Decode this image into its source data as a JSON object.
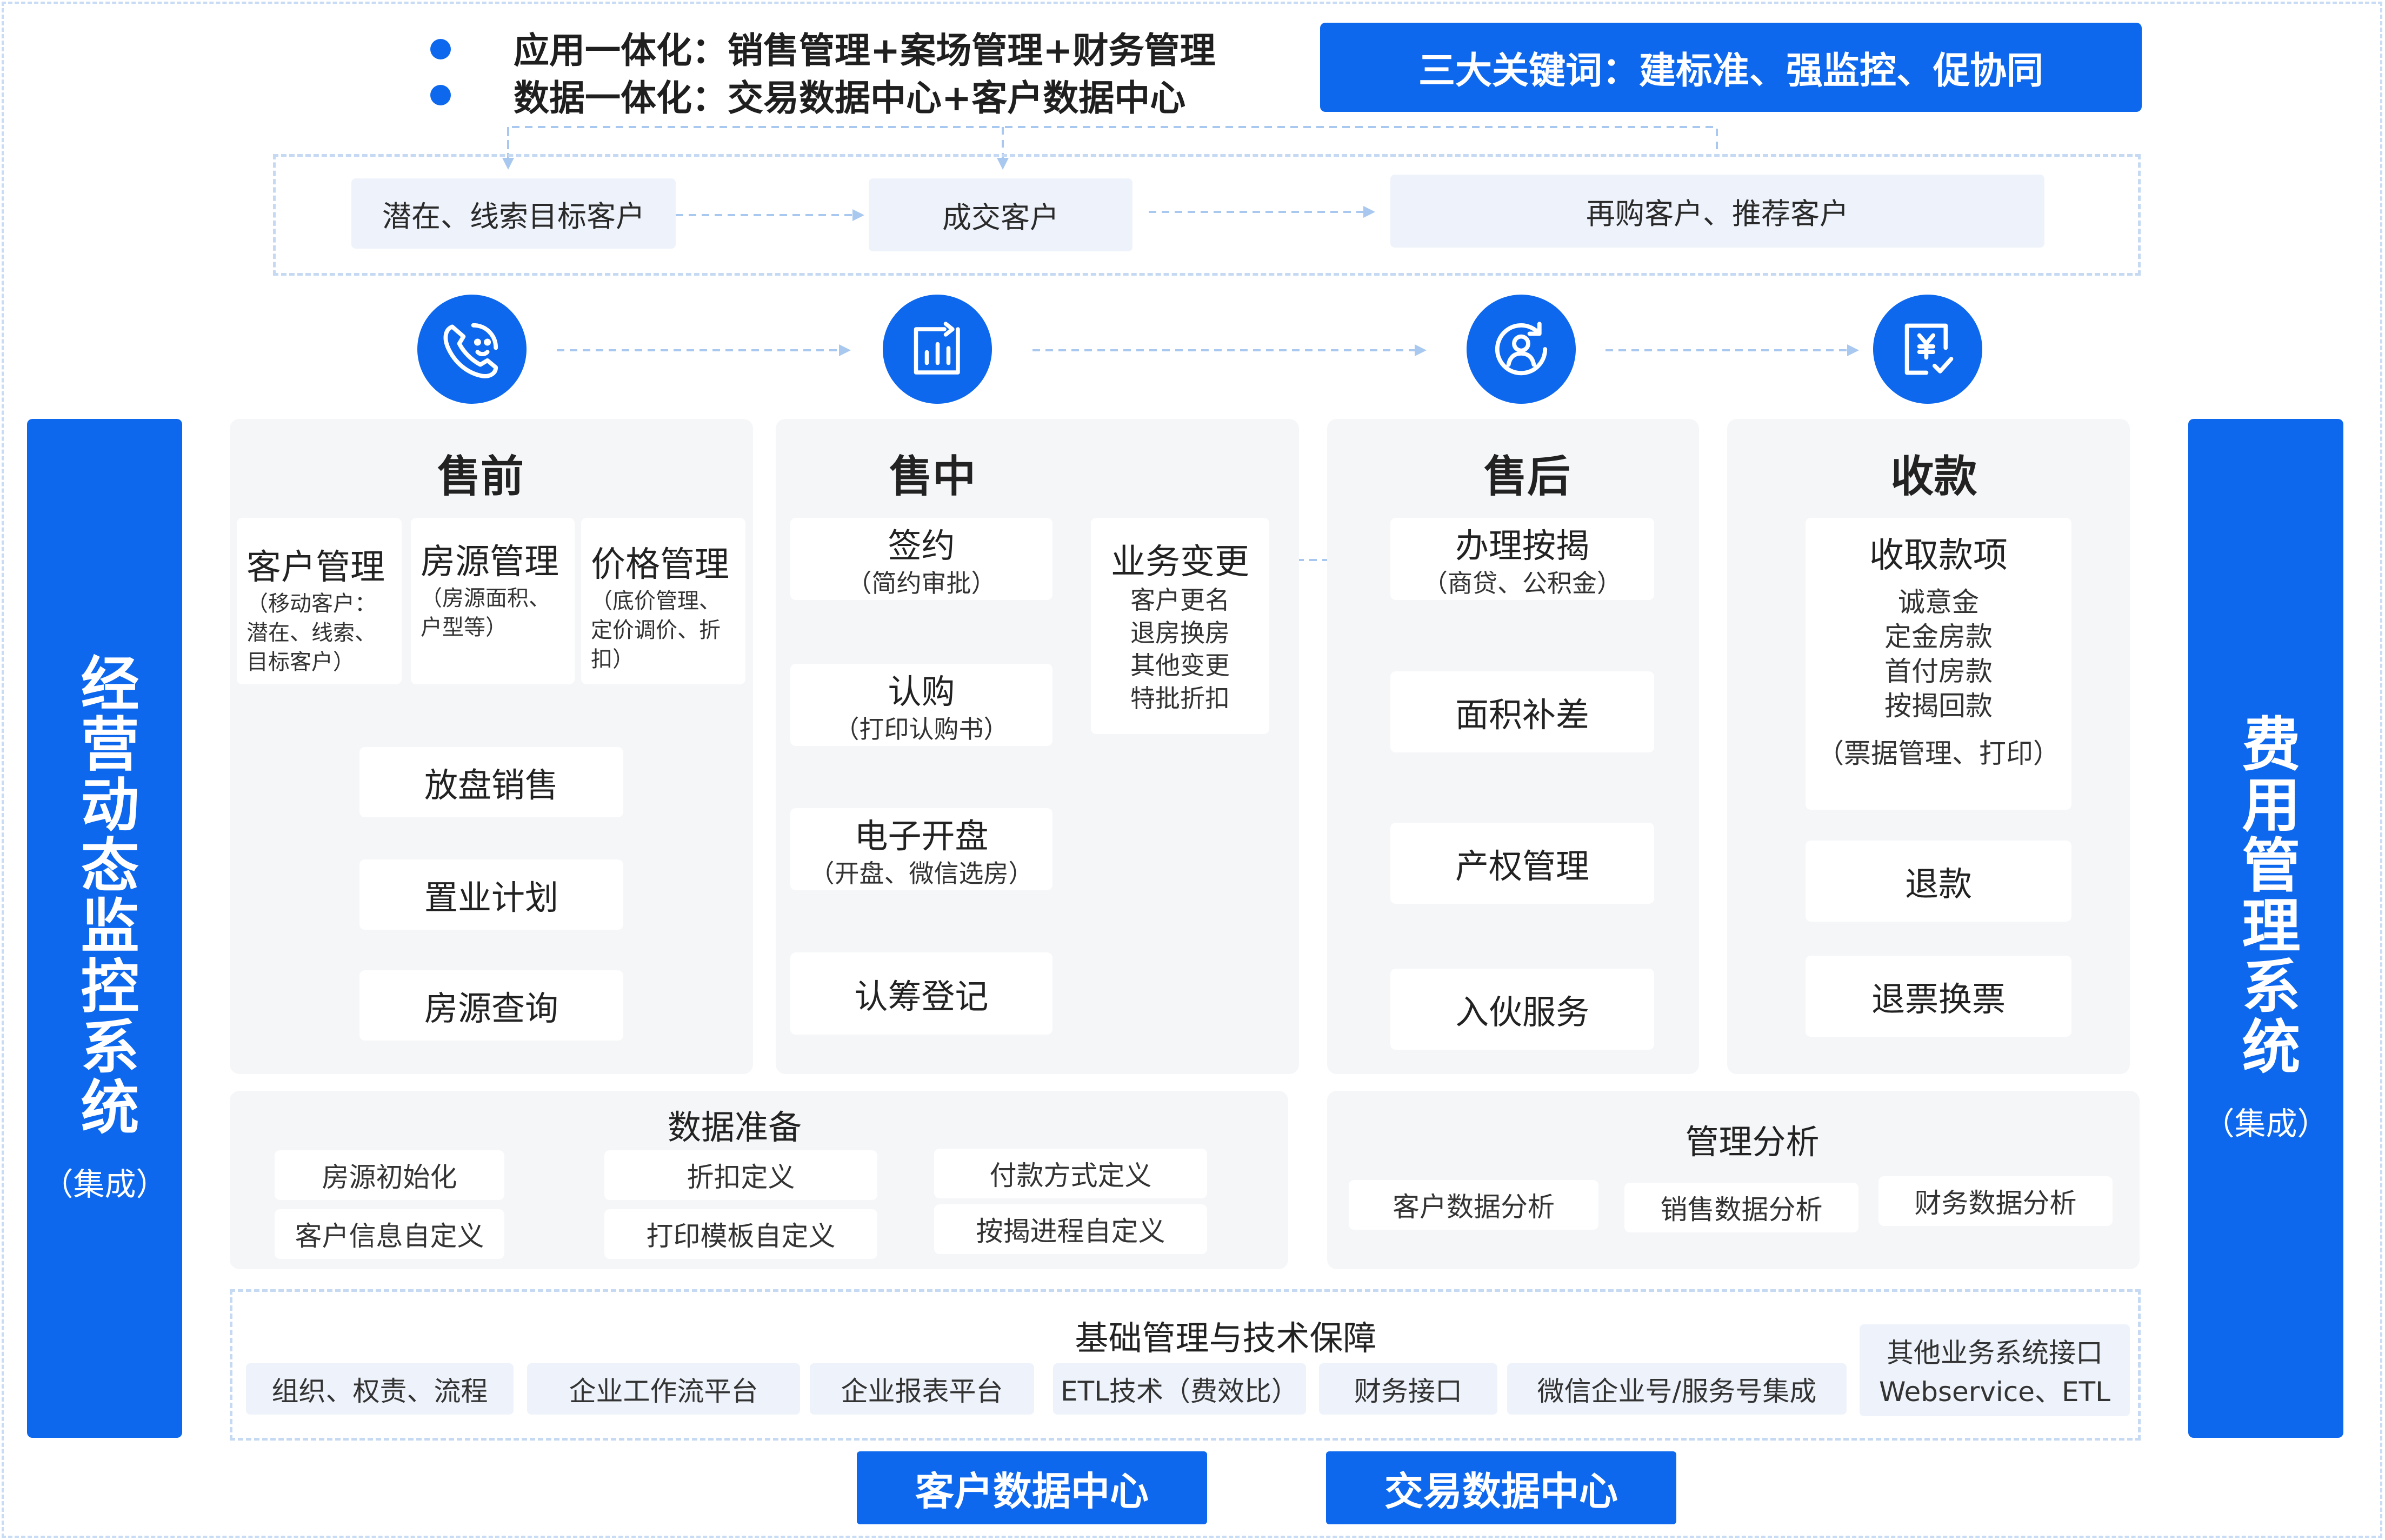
{
  "header": {
    "bullets": [
      "应用一体化：销售管理+案场管理+财务管理",
      "数据一体化：交易数据中心+客户数据中心"
    ],
    "keywords": "三大关键词：建标准、强监控、促协同"
  },
  "customer_flow": [
    "潜在、线索目标客户",
    "成交客户",
    "再购客户、推荐客户"
  ],
  "icons": [
    "phone-face-icon",
    "chart-icon",
    "user-refresh-icon",
    "yuan-document-icon"
  ],
  "left_system": {
    "title": "经营动态监控系统",
    "sub": "（集成）"
  },
  "right_system": {
    "title": "费用管理系统",
    "sub": "（集成）"
  },
  "presale": {
    "title": "售前",
    "modules": [
      {
        "title": "客户管理",
        "desc": "（移动客户：潜在、线索、目标客户）"
      },
      {
        "title": "房源管理",
        "desc": "（房源面积、户型等）"
      },
      {
        "title": "价格管理",
        "desc": "（底价管理、定价调价、折扣）"
      }
    ],
    "steps": [
      "放盘销售",
      "置业计划",
      "房源查询"
    ]
  },
  "insale": {
    "title": "售中",
    "steps": [
      {
        "title": "签约",
        "desc": "（简约审批）"
      },
      {
        "title": "认购",
        "desc": "（打印认购书）"
      },
      {
        "title": "电子开盘",
        "desc": "（开盘、微信选房）"
      },
      {
        "title": "认筹登记",
        "desc": ""
      }
    ],
    "change": {
      "title": "业务变更",
      "items": [
        "客户更名",
        "退房换房",
        "其他变更",
        "特批折扣"
      ]
    }
  },
  "aftersale": {
    "title": "售后",
    "steps": [
      {
        "title": "办理按揭",
        "desc": "（商贷、公积金）"
      },
      {
        "title": "面积补差",
        "desc": ""
      },
      {
        "title": "产权管理",
        "desc": ""
      },
      {
        "title": "入伙服务",
        "desc": ""
      }
    ]
  },
  "payment": {
    "title": "收款",
    "collect": {
      "title": "收取款项",
      "items": [
        "诚意金",
        "定金房款",
        "首付房款",
        "按揭回款"
      ],
      "note": "（票据管理、打印）"
    },
    "steps": [
      "退款",
      "退票换票"
    ]
  },
  "data_prep": {
    "title": "数据准备",
    "items": [
      "房源初始化",
      "折扣定义",
      "付款方式定义",
      "客户信息自定义",
      "打印模板自定义",
      "按揭进程自定义"
    ]
  },
  "analysis": {
    "title": "管理分析",
    "items": [
      "客户数据分析",
      "销售数据分析",
      "财务数据分析"
    ]
  },
  "infra": {
    "title": "基础管理与技术保障",
    "items": [
      "组织、权责、流程",
      "企业工作流平台",
      "企业报表平台",
      "ETL技术（费效比）",
      "财务接口",
      "微信企业号/服务号集成"
    ],
    "other": [
      "其他业务系统接口",
      "Webservice、ETL"
    ]
  },
  "bottom": [
    "客户数据中心",
    "交易数据中心"
  ]
}
